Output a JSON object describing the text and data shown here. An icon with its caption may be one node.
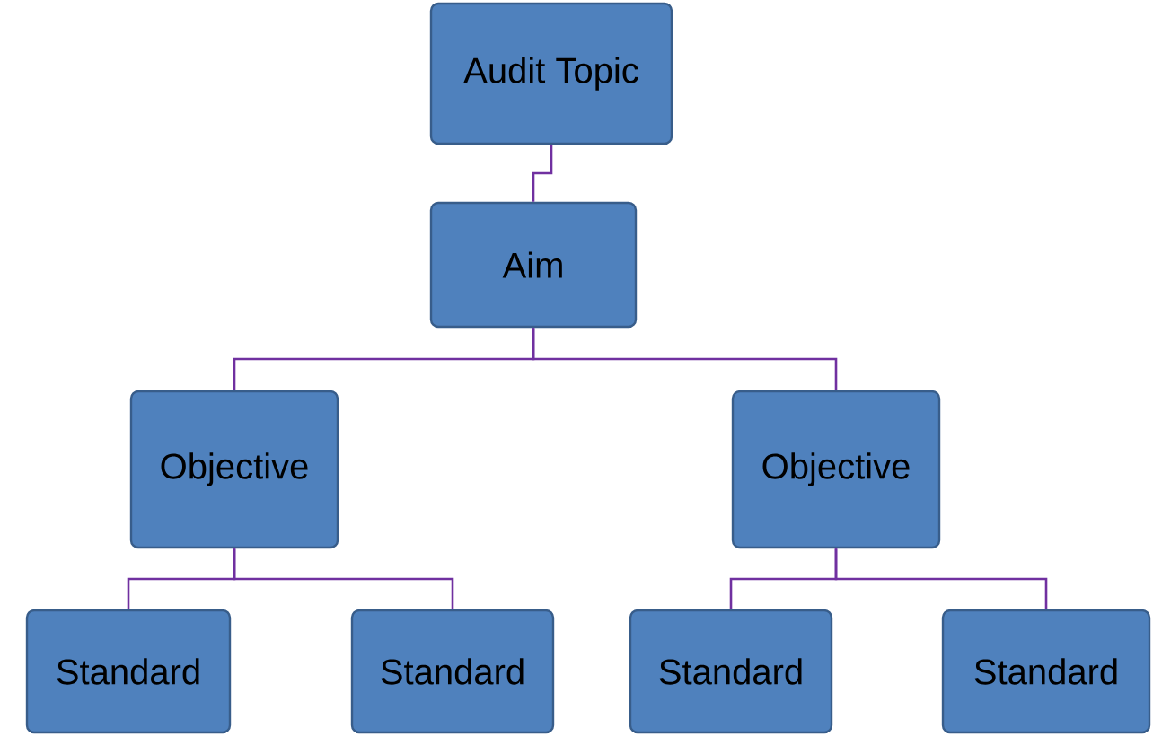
{
  "diagram": {
    "nodes": [
      {
        "text": [
          "Audit Topic"
        ]
      },
      {
        "text": [
          "Aim"
        ]
      },
      {
        "text": [
          "Objective"
        ]
      },
      {
        "text": [
          "Objective"
        ]
      },
      {
        "text": [
          "Standard"
        ]
      },
      {
        "text": [
          "Standard"
        ]
      },
      {
        "text": [
          "Standard"
        ]
      },
      {
        "text": [
          "Standard"
        ]
      }
    ],
    "edges": [
      {
        "from": 0,
        "to": 1,
        "arrow": "none"
      },
      {
        "from": 1,
        "to": 2,
        "arrow": "none"
      },
      {
        "from": 1,
        "to": 3,
        "arrow": "none"
      },
      {
        "from": 2,
        "to": 4,
        "arrow": "none"
      },
      {
        "from": 2,
        "to": 5,
        "arrow": "none"
      },
      {
        "from": 3,
        "to": 6,
        "arrow": "none"
      },
      {
        "from": 3,
        "to": 7,
        "arrow": "none"
      }
    ]
  }
}
